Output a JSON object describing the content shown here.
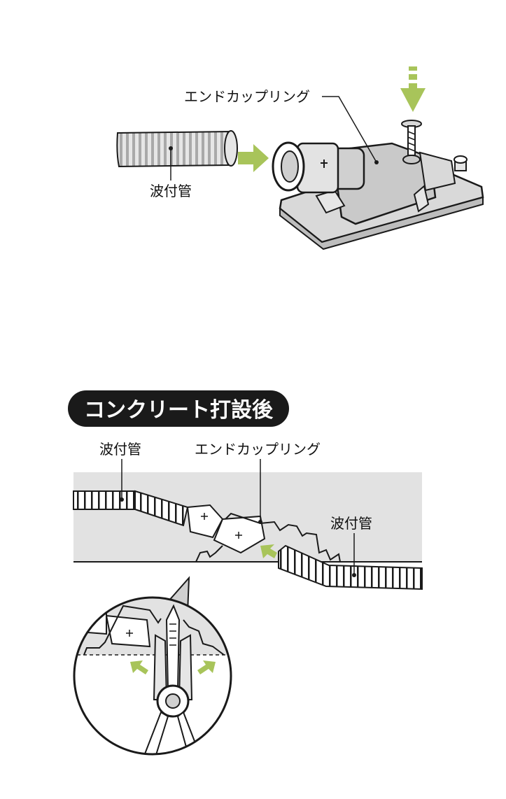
{
  "top_figure": {
    "label_end_coupling": "エンドカップリング",
    "label_corrugated_pipe": "波付管"
  },
  "bottom_figure": {
    "section_title": "コンクリート打設後",
    "label_corrugated_pipe_left": "波付管",
    "label_end_coupling": "エンドカップリング",
    "label_corrugated_pipe_right": "波付管"
  },
  "colors": {
    "arrow_green": "#a8c45a",
    "concrete_gray": "#e2e2e2",
    "pipe_light": "#d9d9d9",
    "pipe_dark": "#9a9a9a",
    "outline": "#1a1a1a",
    "title_bg": "#1a1a1a"
  },
  "icons": [
    "arrow-right-icon",
    "arrow-down-icon",
    "screw-icon",
    "pliers-icon"
  ]
}
